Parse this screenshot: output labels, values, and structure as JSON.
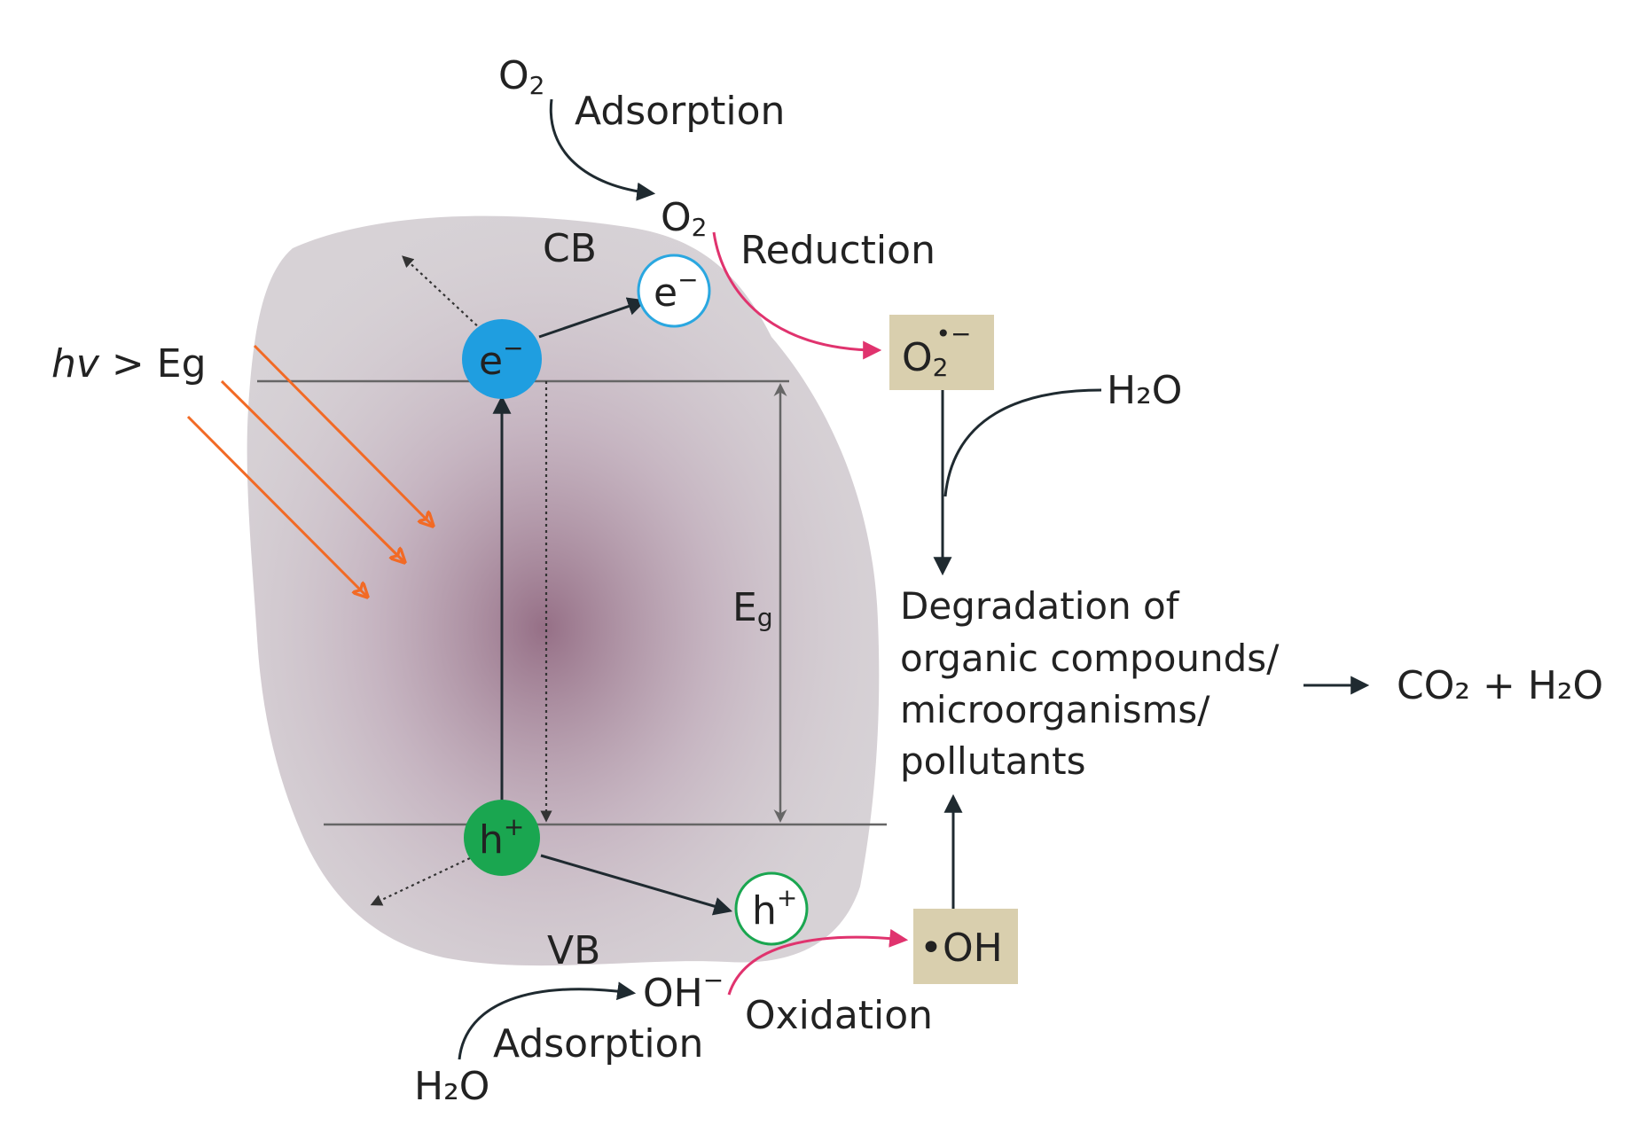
{
  "labels": {
    "light": "hv > Eg",
    "light_hv": "hv",
    "light_rest": " > Eg",
    "cb": "CB",
    "vb": "VB",
    "eg": "E",
    "eg_sub": "g",
    "electron": "e",
    "electron_sup": "−",
    "hole": "h",
    "hole_sup": "+",
    "o2_top": "O",
    "o2_top_sub": "2",
    "adsorption_top": "Adsorption",
    "o2_surface": "O",
    "o2_surface_sub": "2",
    "reduction": "Reduction",
    "superoxide": "O",
    "superoxide_sub": "2",
    "superoxide_sup": "•−",
    "h2o_right": "H₂O",
    "degradation_line1": "Degradation of",
    "degradation_line2": "organic compounds/",
    "degradation_line3": "microorganisms/",
    "degradation_line4": "pollutants",
    "products": "CO₂ + H₂O",
    "hydroxyl_radical": "•OH",
    "hydroxide": "OH",
    "hydroxide_sup": "−",
    "oxidation": "Oxidation",
    "adsorption_bottom": "Adsorption",
    "h2o_bottom": "H₂O"
  },
  "colors": {
    "electron_fill": "#1f9ee0",
    "hole_fill": "#1aa650",
    "light_rays": "#f26a25",
    "redox_arrows": "#e0336e",
    "radical_box": "#d9cfae",
    "particle": "#d7d2d6",
    "particle_core": "#8a5e78"
  }
}
